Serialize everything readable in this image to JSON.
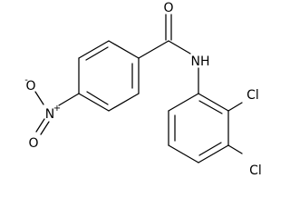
{
  "molecule": {
    "atom_labels": {
      "carbonyl_oxygen": "O",
      "amide_nitrogen": "NH",
      "chlorine_2": "Cl",
      "chlorine_3": "Cl",
      "nitro_nitrogen": "N",
      "nitro_nitrogen_charge": "+",
      "nitro_oxygen_top": "O",
      "nitro_oxygen_top_charge": "-",
      "nitro_oxygen_bottom": "O"
    },
    "colors": {
      "bond": "#000000",
      "background": "#ffffff"
    }
  }
}
